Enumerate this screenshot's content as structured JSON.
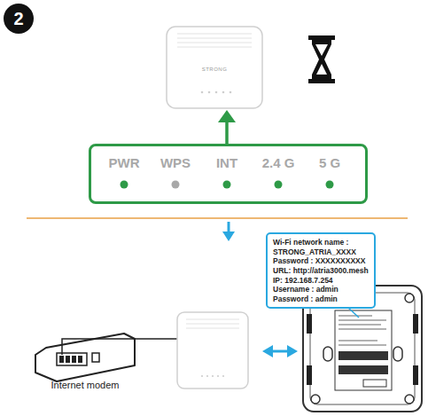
{
  "diagram": {
    "nodes": [
      {
        "text": [
          "2"
        ]
      },
      {
        "text": [
          "PWR",
          "WPS",
          "INT",
          "2.4 G",
          "5 G"
        ]
      },
      {
        "text": [
          "Wi-Fi network name :",
          "STRONG_ATRIA_XXXX",
          "Password : XXXXXXXXXX",
          "URL: http://atria3000.mesh",
          "IP: 192.168.7.254",
          "Username : admin",
          "Password : admin"
        ]
      }
    ],
    "labels": [
      "STRONG",
      "Internet modem"
    ]
  }
}
